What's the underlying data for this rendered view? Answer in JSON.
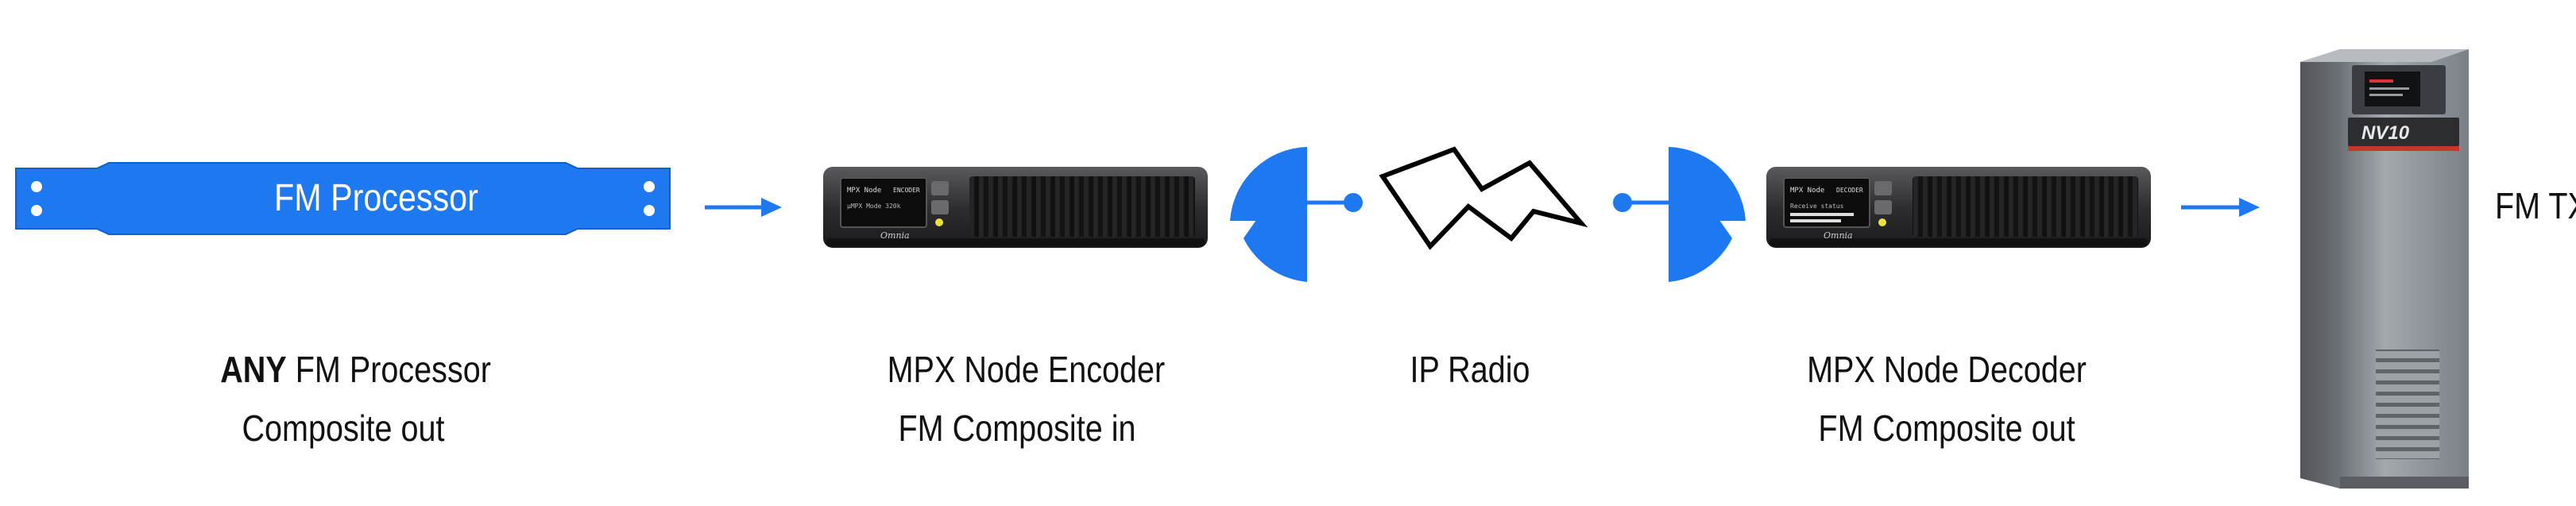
{
  "processor": {
    "label": "FM Processor"
  },
  "encoder": {
    "screen_title": "MPX Node",
    "screen_mode": "ENCODER",
    "screen_sub": "µMPX Mode 320k",
    "brand": "Omnia"
  },
  "decoder": {
    "screen_title": "MPX Node",
    "screen_mode": "DECODER",
    "screen_sub": "Receive status",
    "brand": "Omnia"
  },
  "transmitter": {
    "brand": "NV10",
    "label": "FM TX"
  },
  "captions": {
    "processor": {
      "bold": "ANY",
      "line1_rest": " FM Processor",
      "line2": "Composite out"
    },
    "encoder": {
      "line1": "MPX Node Encoder",
      "line2": "FM Composite in"
    },
    "radio": {
      "line1": "IP Radio"
    },
    "decoder": {
      "line1": "MPX Node Decoder",
      "line2": "FM Composite out"
    }
  },
  "colors": {
    "accent": "#1e78f0",
    "chassis": "#3a3a3c",
    "chassis_dark": "#1c1c1e",
    "cabinet": "#8a8f95"
  }
}
